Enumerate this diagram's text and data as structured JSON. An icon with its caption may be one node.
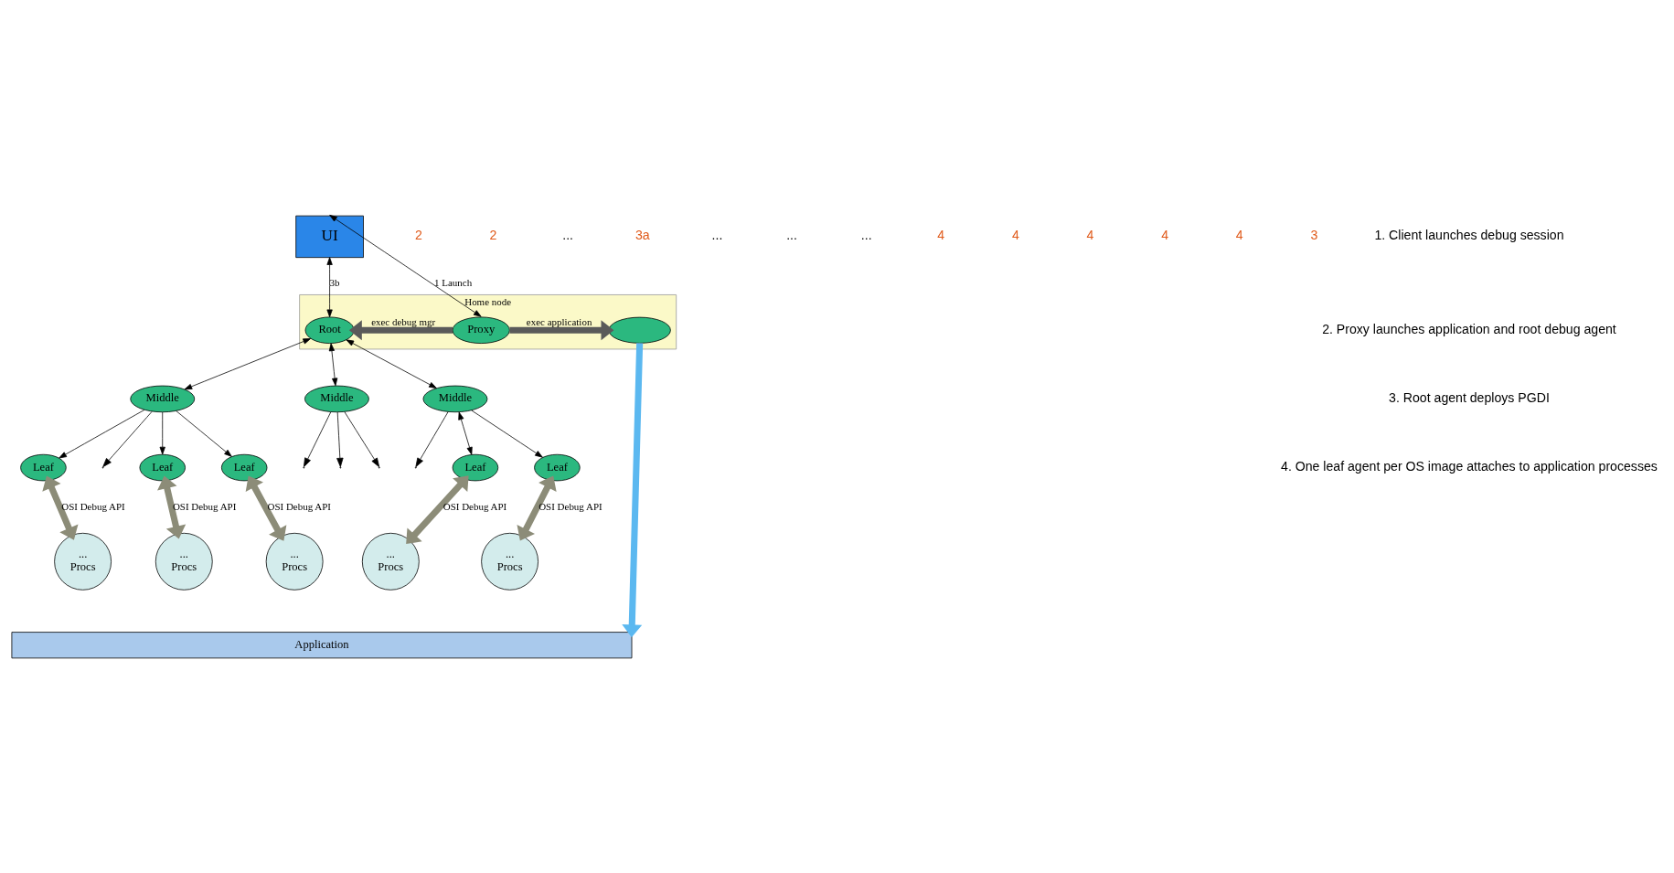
{
  "diagram": {
    "nodes": [
      {
        "text": [
          "Home node"
        ]
      },
      {
        "text": [
          "Root"
        ],
        "in": 0
      },
      {
        "text": [
          "Proxy"
        ],
        "in": 0
      },
      {
        "text": [],
        "shape": "ellipse",
        "in": 0
      },
      {
        "text": [
          "UI"
        ]
      },
      {
        "text": [
          "Middle"
        ]
      },
      {
        "text": [
          "Middle"
        ]
      },
      {
        "text": [
          "Middle"
        ]
      },
      {
        "text": [
          "Leaf"
        ]
      },
      {
        "text": [
          "Leaf"
        ]
      },
      {
        "text": [
          "Leaf"
        ]
      },
      {
        "text": [
          "Leaf"
        ]
      },
      {
        "text": [
          "Leaf"
        ]
      },
      {
        "text": [
          "...",
          "Procs"
        ]
      },
      {
        "text": [
          "...",
          "Procs"
        ]
      },
      {
        "text": [
          "...",
          "Procs"
        ]
      },
      {
        "text": [
          "...",
          "Procs"
        ]
      },
      {
        "text": [
          "...",
          "Procs"
        ]
      },
      {
        "text": [
          "Application"
        ]
      }
    ],
    "edges": [
      {
        "from": 4,
        "to": 2,
        "arrow": "both",
        "label": "1 Launch"
      },
      {
        "from": 4,
        "to": 1,
        "arrow": "both",
        "label": "3b"
      },
      {
        "from": 2,
        "to": 1,
        "arrow": "to",
        "label": "exec debug mgr",
        "style": "thick",
        "color": "#5a5a5a"
      },
      {
        "from": 2,
        "to": 3,
        "arrow": "to",
        "label": "exec application",
        "style": "thick",
        "color": "#5a5a5a"
      },
      {
        "from": 1,
        "to": 5,
        "arrow": "both"
      },
      {
        "from": 1,
        "to": 6,
        "arrow": "both"
      },
      {
        "from": 1,
        "to": 7,
        "arrow": "both"
      },
      {
        "from": 5,
        "to": null,
        "arrow": "to"
      },
      {
        "from": 5,
        "to": 8,
        "arrow": "to"
      },
      {
        "from": 5,
        "to": 9,
        "arrow": "to"
      },
      {
        "from": 5,
        "to": 10,
        "arrow": "to"
      },
      {
        "from": 6,
        "to": null,
        "arrow": "to"
      },
      {
        "from": 6,
        "to": null,
        "arrow": "to"
      },
      {
        "from": 6,
        "to": null,
        "arrow": "to"
      },
      {
        "from": 7,
        "to": 11,
        "arrow": "both"
      },
      {
        "from": 7,
        "to": 12,
        "arrow": "to"
      },
      {
        "from": 7,
        "to": null,
        "arrow": "to"
      },
      {
        "from": 8,
        "to": 13,
        "arrow": "both",
        "label": "OSI Debug API",
        "style": "thick",
        "color": "#8c8c78"
      },
      {
        "from": 9,
        "to": 14,
        "arrow": "both",
        "label": "OSI Debug API",
        "style": "thick",
        "color": "#8c8c78"
      },
      {
        "from": 10,
        "to": 15,
        "arrow": "both",
        "label": "OSI Debug API",
        "style": "thick",
        "color": "#8c8c78"
      },
      {
        "from": 11,
        "to": 16,
        "arrow": "both",
        "label": "OSI Debug API",
        "style": "thick",
        "color": "#8c8c78"
      },
      {
        "from": 12,
        "to": 17,
        "arrow": "both",
        "label": "OSI Debug API",
        "style": "thick",
        "color": "#8c8c78"
      },
      {
        "from": 3,
        "to": 18,
        "arrow": "to",
        "style": "thick",
        "color": "#5bb8f0"
      }
    ],
    "labels": [
      "2",
      "2",
      "...",
      "3a",
      "...",
      "...",
      "...",
      "4",
      "4",
      "4",
      "4",
      "4",
      "3",
      "1. Client launches debug session",
      "2. Proxy launches application and root debug agent",
      "3. Root agent deploys PGDI",
      "4. One leaf agent per OS image attaches to application processes"
    ]
  }
}
